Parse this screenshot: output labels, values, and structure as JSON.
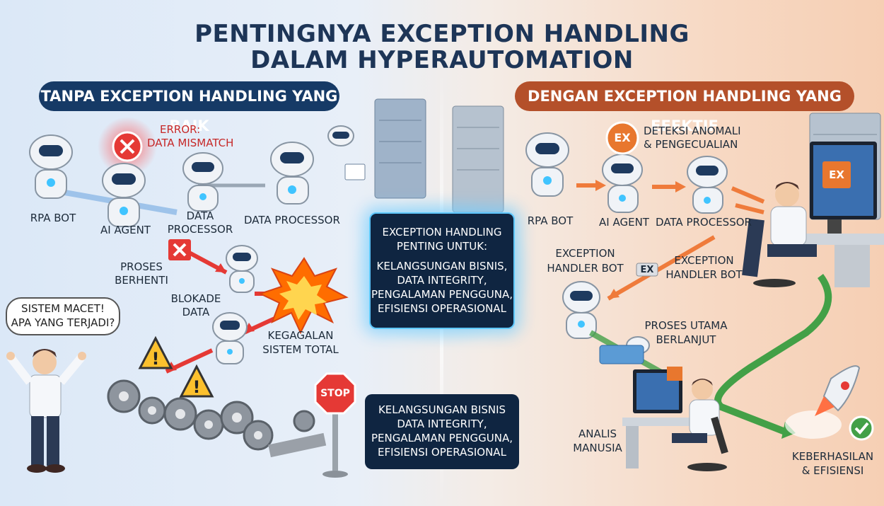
{
  "title": {
    "line1": "PENTINGNYA EXCEPTION HANDLING",
    "line2": "DALAM HYPERAUTOMATION"
  },
  "left": {
    "banner": "TANPA EXCEPTION HANDLING YANG BAIK",
    "error_line1": "ERROR:",
    "error_line2": "DATA MISMATCH",
    "rpa_bot": "RPA BOT",
    "ai_agent": "AI AGENT",
    "data_processor_line1": "DATA",
    "data_processor_line2": "PROCESSOR",
    "data_processor_right": "DATA PROCESSOR",
    "proses_line1": "PROSES",
    "proses_line2": "BERHENTI",
    "blokade_line1": "BLOKADE",
    "blokade_line2": "DATA",
    "kegagalan_line1": "KEGAGALAN",
    "kegagalan_line2": "SISTEM TOTAL",
    "bubble_line1": "SISTEM MACET!",
    "bubble_line2": "APA YANG TERJADI?",
    "stop_sign": "STOP"
  },
  "center": {
    "box1_title1": "EXCEPTION HANDLING",
    "box1_title2": "PENTING UNTUK:",
    "box1_items": [
      "KELANGSUNGAN BISNIS,",
      "DATA INTEGRITY,",
      "PENGALAMAN PENGGUNA,",
      "EFISIENSI OPERASIONAL"
    ],
    "box2_items": [
      "KELANGSUNGAN BISNIS",
      "DATA INTEGRITY,",
      "PENGALAMAN PENGGUNA,",
      "EFISIENSI OPERASIONAL"
    ]
  },
  "right": {
    "banner": "DENGAN EXCEPTION HANDLING YANG EFEKTIF",
    "ex_badge": "EX",
    "deteksi_line1": "DETEKSI ANOMALI",
    "deteksi_line2": "& PENGECUALIAN",
    "rpa_bot": "RPA BOT",
    "ai_agent": "AI AGENT",
    "data_processor": "DATA PROCESSOR",
    "handler_left_line1": "EXCEPTION",
    "handler_left_line2": "HANDLER BOT",
    "handler_right_line1": "EXCEPTION",
    "handler_right_line2": "HANDLER BOT",
    "proses_utama_line1": "PROSES UTAMA",
    "proses_utama_line2": "BERLANJUT",
    "analis_line1": "ANALIS",
    "analis_line2": "MANUSIA",
    "keberhasilan_line1": "KEBERHASILAN",
    "keberhasilan_line2": "& EFISIENSI"
  },
  "colors": {
    "navy": "#1d3557",
    "left_banner": "#163a66",
    "right_banner": "#b4502a",
    "error_red": "#e53935",
    "success_green": "#43a047",
    "ex_orange": "#e8772e"
  }
}
